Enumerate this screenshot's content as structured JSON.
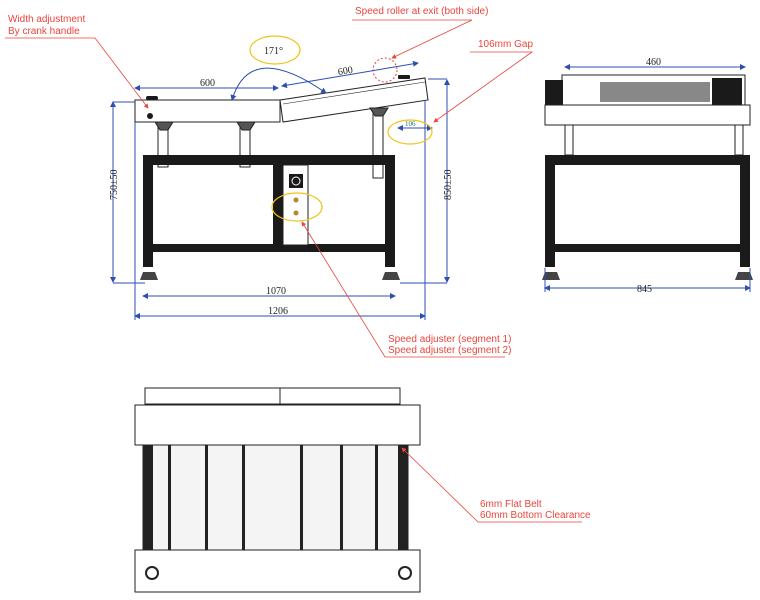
{
  "notes": {
    "width_adjust_1": "Width adjustment",
    "width_adjust_2": "By crank handle",
    "speed_roller": "Speed roller at exit (both side)",
    "gap": "106mm Gap",
    "speed_adj_1": "Speed adjuster (segment 1)",
    "speed_adj_2": "Speed adjuster (segment 2)",
    "belt_1": "6mm Flat Belt",
    "belt_2": "60mm Bottom Clearance"
  },
  "dimensions": {
    "flat_length": "600",
    "incline_length": "600",
    "angle": "171°",
    "gap": "106",
    "height_in": "750±50",
    "height_out": "850±50",
    "leg_span": "1070",
    "overall_length": "1206",
    "belt_width": "460",
    "overall_width": "845"
  },
  "colors": {
    "note": "#e8453c",
    "dimension": "#2c4fb0",
    "highlight": "#f0c419"
  }
}
